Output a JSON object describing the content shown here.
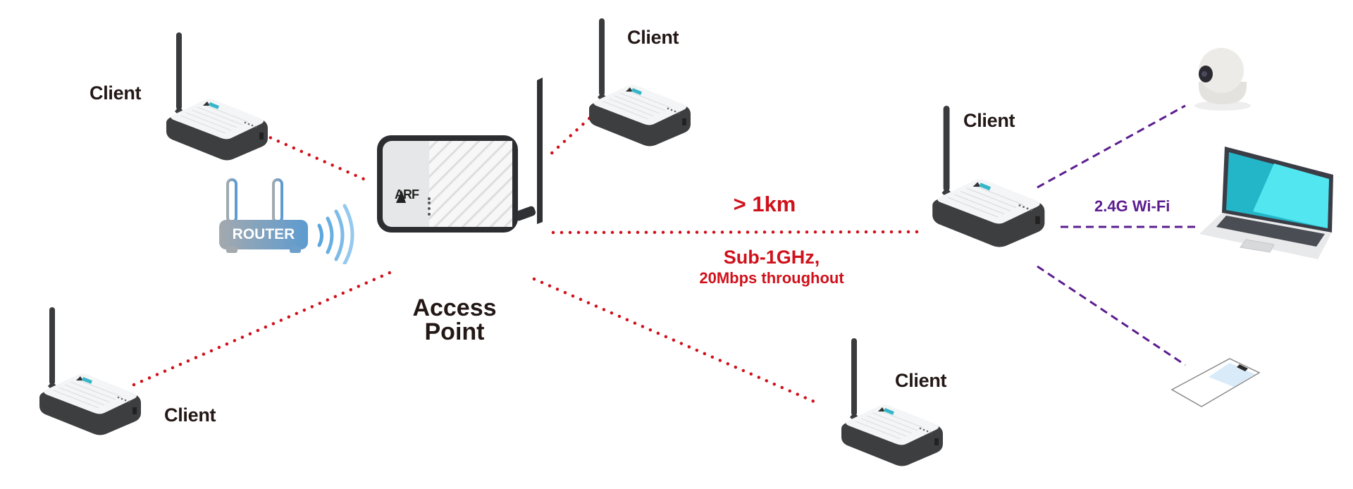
{
  "diagram": {
    "access_point": {
      "label_line1": "Access",
      "label_line2": "Point",
      "brand": "ARF"
    },
    "router": {
      "label": "ROUTER"
    },
    "clients": [
      {
        "label": "Client"
      },
      {
        "label": "Client"
      },
      {
        "label": "Client"
      },
      {
        "label": "Client"
      },
      {
        "label": "Client"
      }
    ],
    "link_annotations": {
      "range": "> 1km",
      "band": "Sub-1GHz,",
      "throughput": "20Mbps throughout",
      "wifi": "2.4G Wi-Fi"
    },
    "end_devices": [
      "camera-icon",
      "laptop-icon",
      "smartphone-icon"
    ],
    "colors": {
      "long_range_link": "#d0111b",
      "wifi_link": "#5b1d8f",
      "text": "#231815",
      "router": "#8a99a8",
      "wifi_waves": "#5aa6de",
      "device_body": "#3a3b3d",
      "laptop_screen": "#2ec3d6"
    }
  }
}
